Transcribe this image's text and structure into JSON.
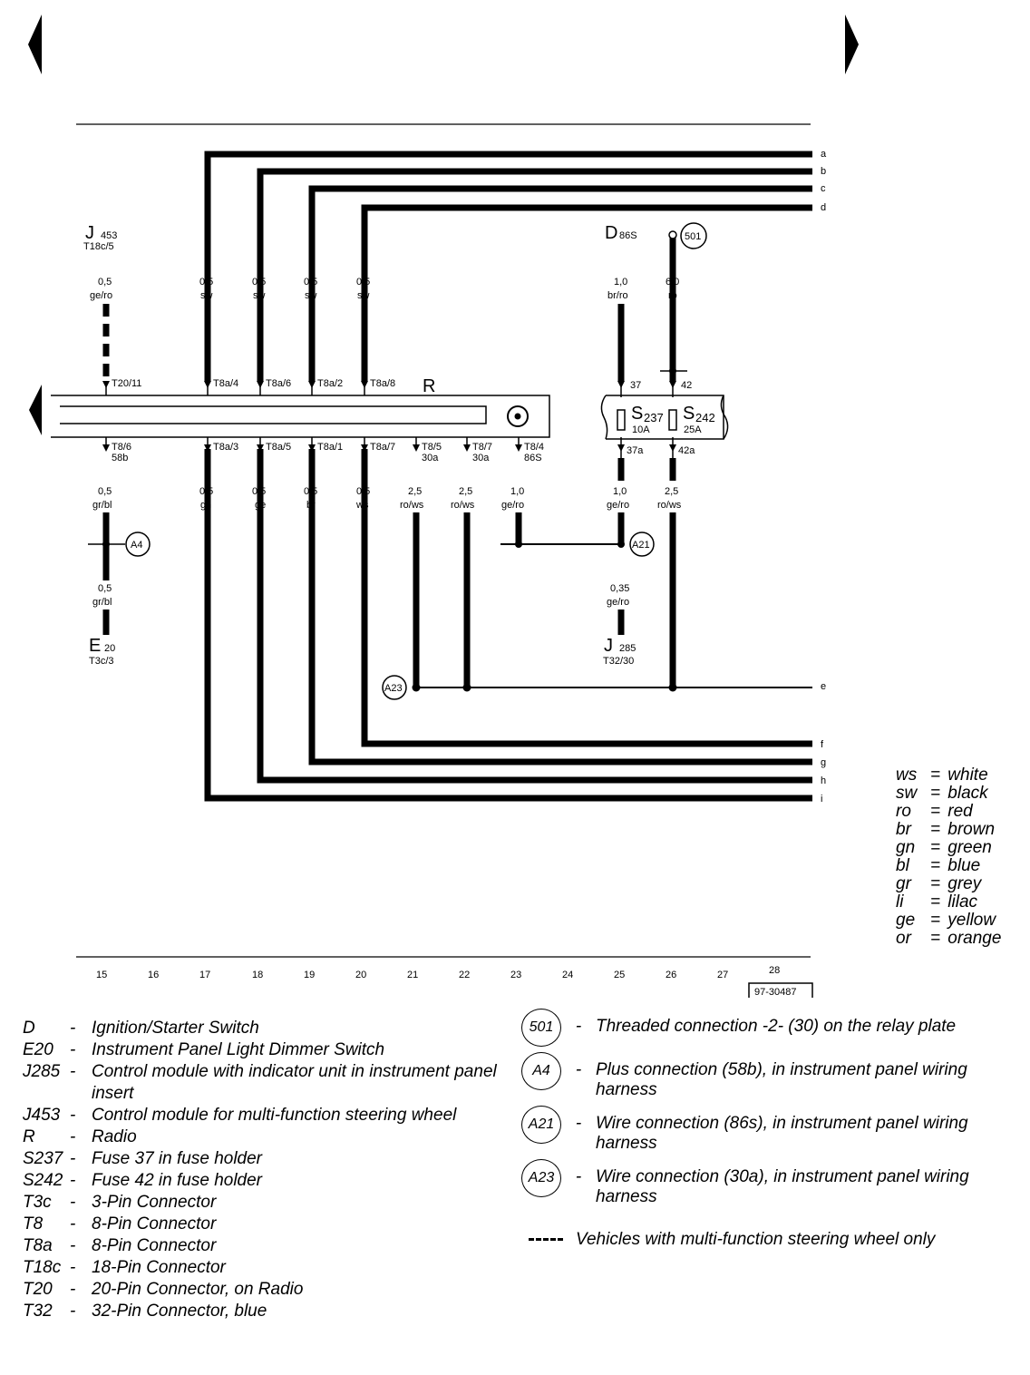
{
  "nav": {
    "prev": "previous page",
    "next": "next page",
    "left_continue": "continue left"
  },
  "wire_ends_right": [
    "a",
    "b",
    "c",
    "d",
    "e",
    "f",
    "g",
    "h",
    "i"
  ],
  "top_labels": {
    "j453": "J",
    "j453_sub": "453",
    "j453_pin": "T18c/5",
    "d86s": "D",
    "d86s_sub": "86S",
    "r501": "501"
  },
  "top_wires": [
    {
      "size": "0,5",
      "color": "ge/ro",
      "pin": "T20/11"
    },
    {
      "size": "0,5",
      "color": "sw",
      "pin": "T8a/4"
    },
    {
      "size": "0,5",
      "color": "sw",
      "pin": "T8a/6"
    },
    {
      "size": "0,5",
      "color": "sw",
      "pin": "T8a/2"
    },
    {
      "size": "0,5",
      "color": "sw",
      "pin": "T8a/8"
    },
    {
      "size": "1,0",
      "color": "br/ro",
      "pin": "37"
    },
    {
      "size": "6,0",
      "color": "ro",
      "pin": "42"
    }
  ],
  "radio_label": "R",
  "fuses": [
    {
      "id": "S",
      "sub": "237",
      "rating": "10A"
    },
    {
      "id": "S",
      "sub": "242",
      "rating": "25A"
    }
  ],
  "bottom_pins": [
    {
      "pin": "T8/6",
      "term": "58b",
      "size": "0,5",
      "color": "gr/bl"
    },
    {
      "pin": "T8a/3",
      "term": "",
      "size": "0,5",
      "color": "gn"
    },
    {
      "pin": "T8a/5",
      "term": "",
      "size": "0,5",
      "color": "ge"
    },
    {
      "pin": "T8a/1",
      "term": "",
      "size": "0,5",
      "color": "br"
    },
    {
      "pin": "T8a/7",
      "term": "",
      "size": "0,5",
      "color": "ws"
    },
    {
      "pin": "T8/5",
      "term": "30a",
      "size": "2,5",
      "color": "ro/ws"
    },
    {
      "pin": "T8/7",
      "term": "30a",
      "size": "2,5",
      "color": "ro/ws"
    },
    {
      "pin": "T8/4",
      "term": "86S",
      "size": "1,0",
      "color": "ge/ro"
    },
    {
      "pin": "37a",
      "term": "",
      "size": "1,0",
      "color": "ge/ro"
    },
    {
      "pin": "42a",
      "term": "",
      "size": "2,5",
      "color": "ro/ws"
    }
  ],
  "lower": {
    "e20_size": "0,5",
    "e20_color": "gr/bl",
    "e20": "E",
    "e20_sub": "20",
    "e20_pin": "T3c/3",
    "j285_size": "0,35",
    "j285_color": "ge/ro",
    "j285": "J",
    "j285_sub": "285",
    "j285_pin": "T32/30",
    "a4": "A4",
    "a21": "A21",
    "a23": "A23"
  },
  "track_numbers": [
    "15",
    "16",
    "17",
    "18",
    "19",
    "20",
    "21",
    "22",
    "23",
    "24",
    "25",
    "26",
    "27",
    "28"
  ],
  "figure_id": "97-30487",
  "color_legend": [
    {
      "code": "ws",
      "name": "white"
    },
    {
      "code": "sw",
      "name": "black"
    },
    {
      "code": "ro",
      "name": "red"
    },
    {
      "code": "br",
      "name": "brown"
    },
    {
      "code": "gn",
      "name": "green"
    },
    {
      "code": "bl",
      "name": "blue"
    },
    {
      "code": "gr",
      "name": "grey"
    },
    {
      "code": "li",
      "name": "lilac"
    },
    {
      "code": "ge",
      "name": "yellow"
    },
    {
      "code": "or",
      "name": "orange"
    }
  ],
  "components": [
    {
      "code": "D",
      "desc": "Ignition/Starter Switch"
    },
    {
      "code": "E20",
      "desc": "Instrument Panel Light Dimmer Switch"
    },
    {
      "code": "J285",
      "desc": "Control module with indicator unit in instrument panel insert"
    },
    {
      "code": "J453",
      "desc": "Control module for multi-function steering wheel"
    },
    {
      "code": "R",
      "desc": "Radio"
    },
    {
      "code": "S237",
      "desc": "Fuse 37 in fuse holder"
    },
    {
      "code": "S242",
      "desc": "Fuse 42 in fuse holder"
    },
    {
      "code": "T3c",
      "desc": "3-Pin Connector"
    },
    {
      "code": "T8",
      "desc": "8-Pin Connector"
    },
    {
      "code": "T8a",
      "desc": "8-Pin Connector"
    },
    {
      "code": "T18c",
      "desc": "18-Pin Connector"
    },
    {
      "code": "T20",
      "desc": "20-Pin Connector, on Radio"
    },
    {
      "code": "T32",
      "desc": "32-Pin Connector, blue"
    }
  ],
  "connections": [
    {
      "code": "501",
      "desc": "Threaded connection -2- (30) on the relay plate"
    },
    {
      "code": "A4",
      "desc": "Plus connection (58b), in instrument panel wiring harness"
    },
    {
      "code": "A21",
      "desc": "Wire connection (86s), in instrument panel wiring harness"
    },
    {
      "code": "A23",
      "desc": "Wire connection (30a), in instrument panel wiring harness"
    }
  ],
  "note": "Vehicles with multi-function steering wheel only",
  "sep": "-",
  "eq": "="
}
